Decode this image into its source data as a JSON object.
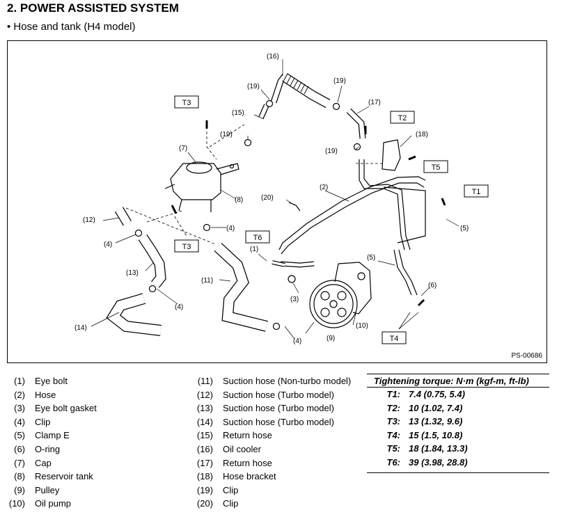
{
  "header": {
    "title": "2.  POWER ASSISTED SYSTEM",
    "subtitle": "•  Hose and tank (H4 model)"
  },
  "figure": {
    "code": "PS-00686",
    "callouts": [
      "(1)",
      "(2)",
      "(3)",
      "(4)",
      "(5)",
      "(6)",
      "(7)",
      "(8)",
      "(9)",
      "(10)",
      "(11)",
      "(12)",
      "(13)",
      "(14)",
      "(15)",
      "(16)",
      "(17)",
      "(18)",
      "(19)",
      "(20)"
    ],
    "torque_boxes": [
      "T1",
      "T2",
      "T3",
      "T4",
      "T5",
      "T6"
    ]
  },
  "legend": {
    "left": [
      {
        "num": "(1)",
        "name": "Eye bolt"
      },
      {
        "num": "(2)",
        "name": "Hose"
      },
      {
        "num": "(3)",
        "name": "Eye bolt gasket"
      },
      {
        "num": "(4)",
        "name": "Clip"
      },
      {
        "num": "(5)",
        "name": "Clamp E"
      },
      {
        "num": "(6)",
        "name": "O-ring"
      },
      {
        "num": "(7)",
        "name": "Cap"
      },
      {
        "num": "(8)",
        "name": "Reservoir tank"
      },
      {
        "num": "(9)",
        "name": "Pulley"
      },
      {
        "num": "(10)",
        "name": "Oil pump"
      }
    ],
    "right": [
      {
        "num": "(11)",
        "name": "Suction hose (Non-turbo model)"
      },
      {
        "num": "(12)",
        "name": "Suction hose (Turbo model)"
      },
      {
        "num": "(13)",
        "name": "Suction hose (Turbo model)"
      },
      {
        "num": "(14)",
        "name": "Suction hose (Turbo model)"
      },
      {
        "num": "(15)",
        "name": "Return hose"
      },
      {
        "num": "(16)",
        "name": "Oil cooler"
      },
      {
        "num": "(17)",
        "name": "Return hose"
      },
      {
        "num": "(18)",
        "name": "Hose bracket"
      },
      {
        "num": "(19)",
        "name": "Clip"
      },
      {
        "num": "(20)",
        "name": "Clip"
      }
    ]
  },
  "torque": {
    "heading": "Tightening torque: N·m (kgf-m, ft-lb)",
    "rows": [
      {
        "code": "T1:",
        "value": "7.4 (0.75, 5.4)"
      },
      {
        "code": "T2:",
        "value": "10 (1.02, 7.4)"
      },
      {
        "code": "T3:",
        "value": "13 (1.32, 9.6)"
      },
      {
        "code": "T4:",
        "value": "15 (1.5, 10.8)"
      },
      {
        "code": "T5:",
        "value": "18 (1.84, 13.3)"
      },
      {
        "code": "T6:",
        "value": "39 (3.98, 28.8)"
      }
    ]
  }
}
